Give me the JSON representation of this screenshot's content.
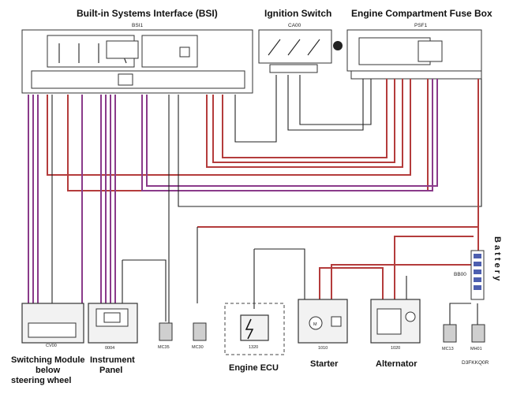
{
  "titles": {
    "bsi": "Built-in Systems Interface (BSI)",
    "ignition": "Ignition Switch",
    "fusebox": "Engine Compartment Fuse Box"
  },
  "codes": {
    "bsi": "BSI1",
    "ignition": "CA00",
    "fusebox": "PSF1",
    "battery_block": "BB00",
    "switching": "CV00",
    "instrument": "0004",
    "ecu": "1320",
    "starter": "1010",
    "alternator": "1020",
    "ref": "D3FKKQ0R"
  },
  "grounds": [
    "MC35",
    "MC30",
    "MC13",
    "MH01"
  ],
  "battery_label": "B a t t e r y",
  "captions": {
    "switching_line1": "Switching Module",
    "switching_line2": "below",
    "switching_line3": "steering wheel",
    "instrument_line1": "Instrument",
    "instrument_line2": "Panel",
    "ecu": "Engine ECU",
    "starter": "Starter",
    "alternator": "Alternator"
  },
  "colors": {
    "red_wire": "#b43c3c",
    "purple_wire": "#8a3a8a",
    "black_wire": "#222222"
  }
}
